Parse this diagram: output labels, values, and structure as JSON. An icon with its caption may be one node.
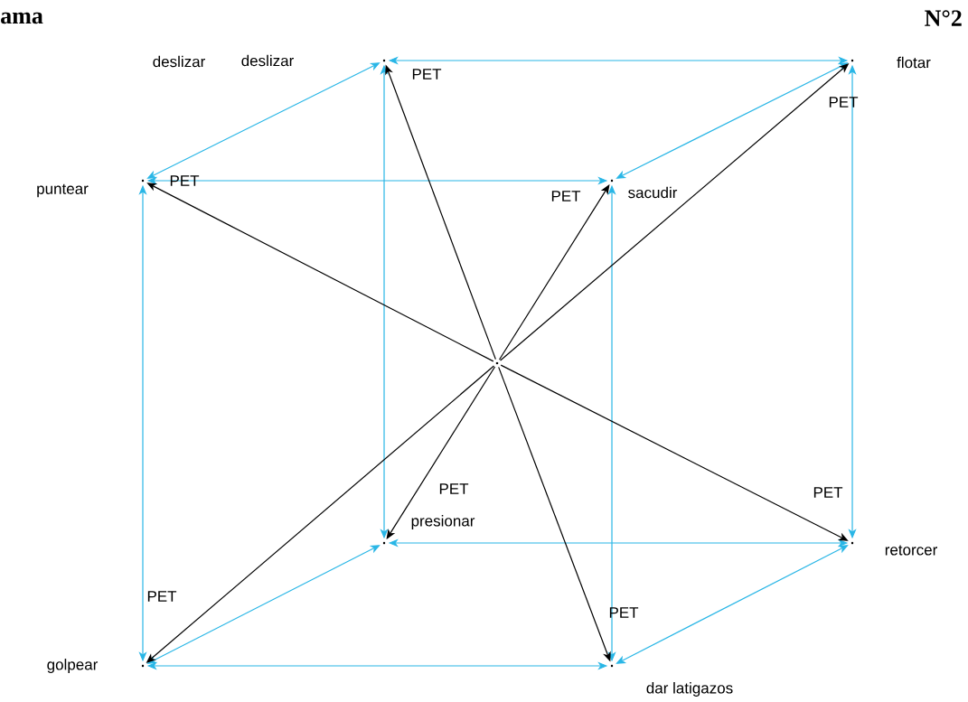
{
  "diagram": {
    "nodes": [
      {
        "text": [],
        "shape": "point",
        "beside": [
          "deslizar",
          "deslizar"
        ]
      },
      {
        "text": [],
        "shape": "point",
        "beside": [
          "flotar"
        ]
      },
      {
        "text": [],
        "shape": "point",
        "beside": [
          "puntear"
        ]
      },
      {
        "text": [],
        "shape": "point",
        "beside": [
          "sacudir"
        ]
      },
      {
        "text": [],
        "shape": "point"
      },
      {
        "text": [],
        "shape": "point",
        "beside": [
          "presionar"
        ]
      },
      {
        "text": [],
        "shape": "point",
        "beside": [
          "retorcer"
        ]
      },
      {
        "text": [],
        "shape": "point",
        "beside": [
          "golpear"
        ]
      },
      {
        "text": [],
        "shape": "point",
        "beside": [
          "dar latigazos"
        ]
      }
    ],
    "edges": [
      {
        "from": 0,
        "to": 1,
        "arrow": "both"
      },
      {
        "from": 2,
        "to": 3,
        "arrow": "both"
      },
      {
        "from": 0,
        "to": 2,
        "arrow": "both"
      },
      {
        "from": 1,
        "to": 3,
        "arrow": "both"
      },
      {
        "from": 0,
        "to": 5,
        "arrow": "both"
      },
      {
        "from": 1,
        "to": 6,
        "arrow": "both"
      },
      {
        "from": 2,
        "to": 7,
        "arrow": "both"
      },
      {
        "from": 3,
        "to": 8,
        "arrow": "both"
      },
      {
        "from": 5,
        "to": 6,
        "arrow": "both"
      },
      {
        "from": 7,
        "to": 8,
        "arrow": "both"
      },
      {
        "from": 5,
        "to": 7,
        "arrow": "both"
      },
      {
        "from": 6,
        "to": 8,
        "arrow": "both"
      },
      {
        "from": 4,
        "to": 0,
        "arrow": "to",
        "color": "#000000"
      },
      {
        "from": 4,
        "to": 1,
        "arrow": "to",
        "color": "#000000"
      },
      {
        "from": 4,
        "to": 2,
        "arrow": "to",
        "color": "#000000"
      },
      {
        "from": 4,
        "to": 3,
        "arrow": "to",
        "color": "#000000"
      },
      {
        "from": 4,
        "to": 5,
        "arrow": "to",
        "color": "#000000"
      },
      {
        "from": 4,
        "to": 6,
        "arrow": "to",
        "color": "#000000"
      },
      {
        "from": 4,
        "to": 7,
        "arrow": "to",
        "color": "#000000"
      },
      {
        "from": 4,
        "to": 8,
        "arrow": "to",
        "color": "#000000"
      }
    ],
    "labels": [
      "ama",
      "N°2",
      "PET",
      "PET",
      "PET",
      "PET",
      "PET",
      "PET",
      "PET",
      "PET"
    ]
  }
}
